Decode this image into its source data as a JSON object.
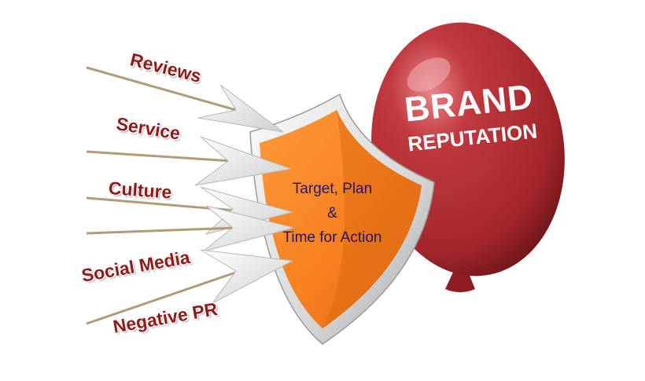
{
  "threats": [
    {
      "label": "Reviews"
    },
    {
      "label": "Service"
    },
    {
      "label": "Culture"
    },
    {
      "label": "Social Media"
    },
    {
      "label": "Negative PR"
    }
  ],
  "shield": {
    "line1": "Target, Plan",
    "line2": "&",
    "line3": "Time for Action",
    "color": "#f7801f"
  },
  "balloon": {
    "title_line1": "BRAND",
    "title_line2": "REPUTATION",
    "color": "#b52a2f"
  }
}
